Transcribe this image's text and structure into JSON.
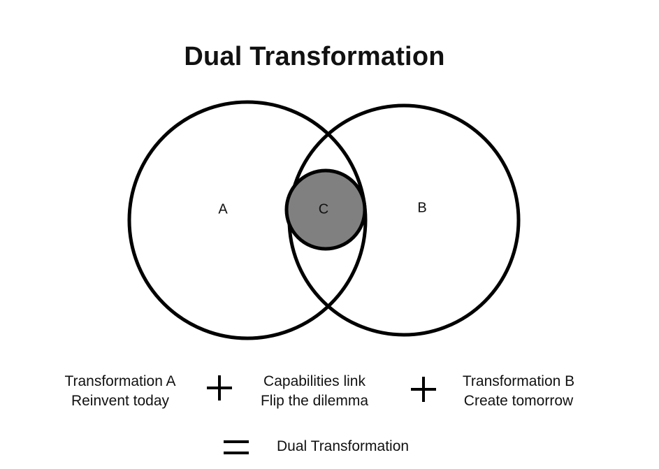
{
  "title": "Dual Transformation",
  "circles": {
    "a": {
      "label": "A"
    },
    "b": {
      "label": "B"
    },
    "c": {
      "label": "C",
      "fill": "#808080"
    }
  },
  "colors": {
    "stroke": "#000000",
    "background": "#ffffff",
    "core_fill": "#808080"
  },
  "equation": {
    "left": {
      "line1": "Transformation A",
      "line2": "Reinvent today"
    },
    "middle": {
      "line1": "Capabilities link",
      "line2": "Flip the dilemma"
    },
    "right": {
      "line1": "Transformation B",
      "line2": "Create tomorrow"
    },
    "plus_icon": "plus-icon",
    "equals_icon": "equals-icon",
    "result": "Dual Transformation"
  }
}
